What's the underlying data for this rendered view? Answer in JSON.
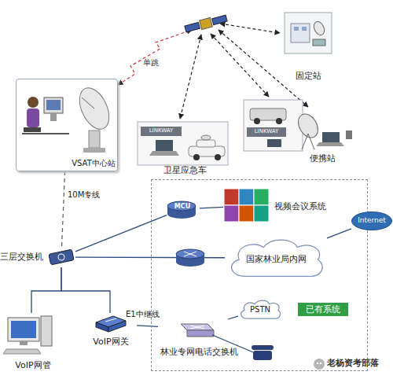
{
  "diagram": {
    "nodes": [
      {
        "text": [
          "固定站"
        ]
      },
      {
        "text": [
          "VSAT中心站"
        ]
      },
      {
        "text": [
          "LINKWAY",
          "卫星应急车"
        ]
      },
      {
        "text": [
          "LINKWAY"
        ]
      },
      {
        "text": [
          "便携站"
        ]
      },
      {
        "text": [
          "已有系统"
        ]
      },
      {
        "text": [
          "MCU"
        ],
        "in": 5
      },
      {
        "text": [
          "视频会议系统"
        ],
        "in": 5
      },
      {
        "text": [
          "Internet"
        ]
      },
      {
        "text": [
          "三层交换机"
        ]
      },
      {
        "text": [
          "国家林业局内网"
        ],
        "in": 5
      },
      {
        "text": [
          "PSTN"
        ],
        "in": 5
      },
      {
        "text": [
          "林业专网电话交换机"
        ],
        "in": 5
      },
      {
        "text": [
          "VoIP网管"
        ]
      },
      {
        "text": [
          "VoIP网关"
        ]
      }
    ],
    "edges": [
      {
        "from": 1,
        "to": 9,
        "arrow": "none",
        "label": "10M专线"
      },
      {
        "from": 9,
        "to": 6,
        "arrow": "none"
      },
      {
        "from": 6,
        "to": 7,
        "arrow": "none"
      },
      {
        "from": 9,
        "to": 10,
        "arrow": "none"
      },
      {
        "from": 10,
        "to": 8,
        "arrow": "none"
      },
      {
        "from": 9,
        "to": 13,
        "arrow": "none"
      },
      {
        "from": 9,
        "to": 14,
        "arrow": "none"
      },
      {
        "from": 14,
        "to": 12,
        "arrow": "none",
        "label": "E1中继线"
      },
      {
        "from": 12,
        "to": 11,
        "arrow": "none"
      }
    ],
    "labels": [
      "单跳",
      "老杨资考部落"
    ]
  }
}
